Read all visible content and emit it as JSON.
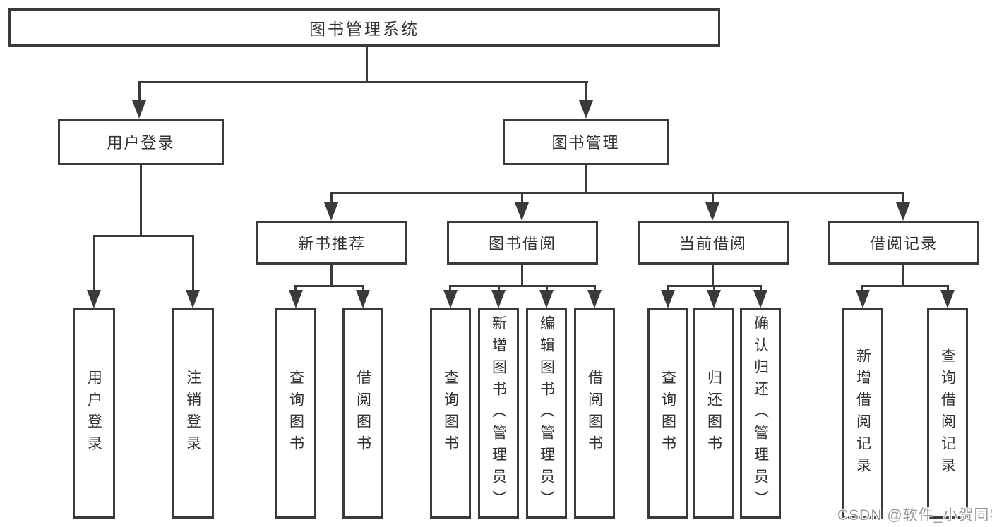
{
  "diagram": {
    "nodes": {
      "root": "图书管理系统",
      "login_group": "用户登录",
      "book_mgmt": "图书管理",
      "user_login": "用户登录",
      "logout": "注销登录",
      "new_book_rec": "新书推荐",
      "book_borrow": "图书借阅",
      "current_borrow": "当前借阅",
      "borrow_records": "借阅记录",
      "rec_query_books": "查询图书",
      "rec_borrow_books": "借阅图书",
      "bb_query_books": "查询图书",
      "bb_add_books": "新增图书（管理员）",
      "bb_edit_books": "编辑图书（管理员）",
      "bb_borrow_books": "借阅图书",
      "cb_query_books": "查询图书",
      "cb_return_books": "归还图书",
      "cb_confirm_return": "确认归还（管理员）",
      "br_add_record": "新增借阅记录",
      "br_query_record": "查询借阅记录"
    },
    "watermark": "CSDN @软件_小贺同学",
    "colors": {
      "line": "#3a3a3a",
      "text": "#333333",
      "watermark": "#999999",
      "background": "#ffffff"
    }
  }
}
